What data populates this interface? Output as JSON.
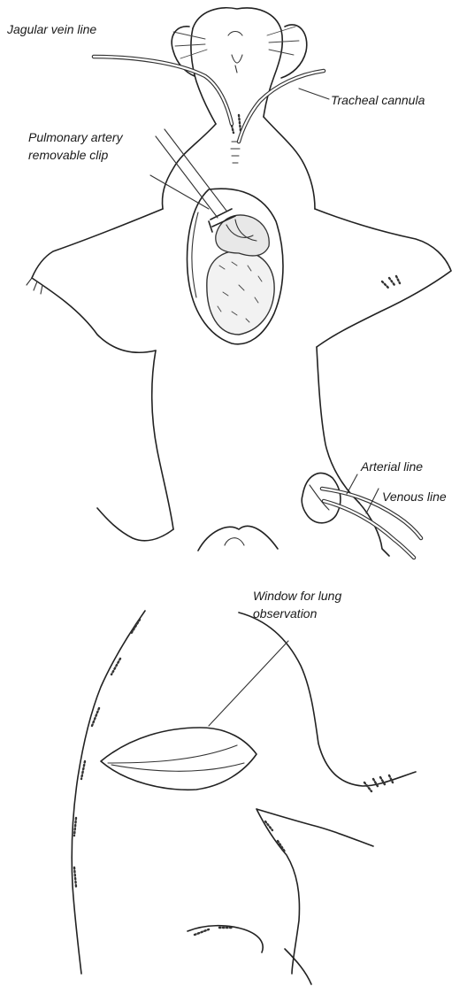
{
  "top_panel": {
    "labels": {
      "jugular": "Jagular vein line",
      "tracheal": "Tracheal cannula",
      "pulmonary_line1": "Pulmonary artery",
      "pulmonary_line2": "removable clip",
      "arterial": "Arterial line",
      "venous": "Venous line"
    }
  },
  "bottom_panel": {
    "labels": {
      "window_line1": "Window for lung",
      "window_line2": "observation"
    }
  }
}
